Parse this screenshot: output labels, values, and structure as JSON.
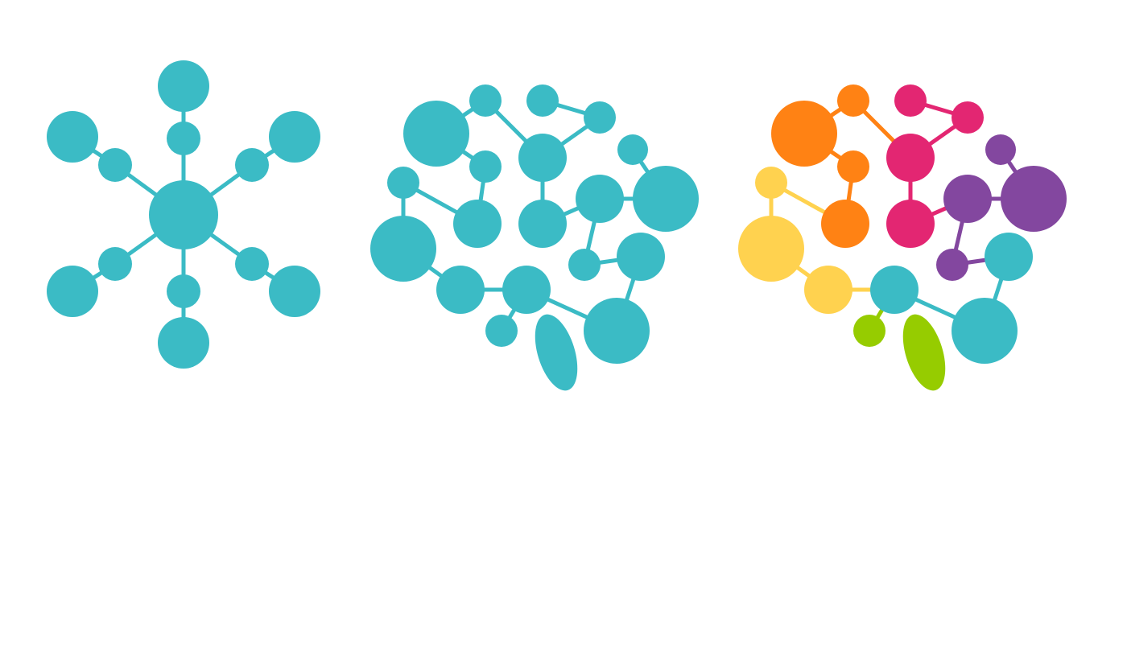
{
  "colors": {
    "teal": "#3BBBC5",
    "orange": "#FF8214",
    "magenta": "#E32672",
    "purple": "#83479F",
    "yellow": "#FFD24F",
    "green": "#96CC00"
  },
  "figures": [
    {
      "name": "molecule-icon",
      "style": "single-color-teal"
    },
    {
      "name": "brain-network-icon",
      "style": "single-color-teal"
    },
    {
      "name": "brain-network-colored-icon",
      "style": "multi-color-regions"
    }
  ],
  "brain_regions": [
    {
      "name": "frontal",
      "color": "orange"
    },
    {
      "name": "parietal",
      "color": "magenta"
    },
    {
      "name": "occipital",
      "color": "purple"
    },
    {
      "name": "temporal",
      "color": "yellow"
    },
    {
      "name": "brainstem",
      "color": "teal"
    },
    {
      "name": "cerebellum",
      "color": "green"
    }
  ]
}
